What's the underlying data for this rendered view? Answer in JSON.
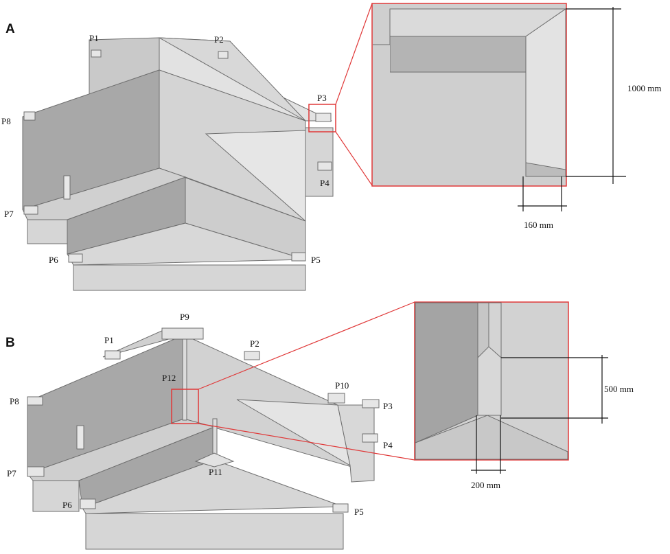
{
  "panels": [
    {
      "letter": "A",
      "points": [
        "P1",
        "P2",
        "P3",
        "P4",
        "P5",
        "P6",
        "P7",
        "P8"
      ],
      "inset_dims": {
        "height": "1000 mm",
        "width": "160 mm"
      }
    },
    {
      "letter": "B",
      "points": [
        "P1",
        "P2",
        "P3",
        "P4",
        "P5",
        "P6",
        "P7",
        "P8",
        "P9",
        "P10",
        "P11",
        "P12"
      ],
      "inset_dims": {
        "height": "500 mm",
        "width": "200 mm"
      }
    }
  ],
  "colors": {
    "face_light": "#dcdcdc",
    "face_mid": "#c9c9c9",
    "face_dark": "#a9a9a9",
    "edge": "#6e6e6e",
    "highlight": "#e03838"
  }
}
